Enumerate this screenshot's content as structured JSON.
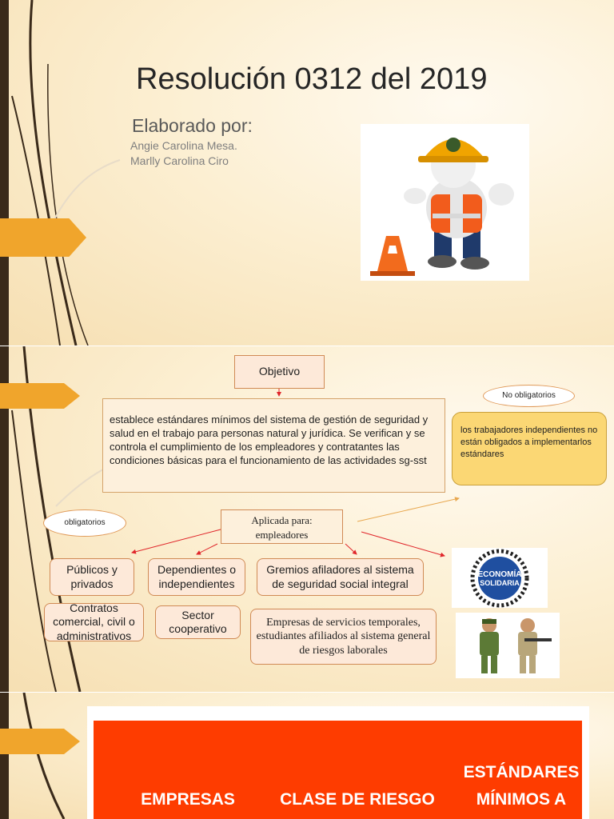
{
  "slide1": {
    "title": "Resolución 0312 del 2019",
    "elaborado": "Elaborado por:",
    "authors": [
      "Angie Carolina Mesa.",
      "Marlly Carolina Ciro"
    ]
  },
  "slide2": {
    "objetivo": "Objetivo",
    "description": "establece estándares mínimos del sistema de gestión de seguridad y salud en el trabajo para personas natural y jurídica. Se verifican y se controla el cumplimiento de los empleadores y contratantes  las condiciones básicas para el funcionamiento de las actividades sg-sst",
    "no_obligatorios": "No obligatorios",
    "independientes": "los trabajadores independientes no están obligados a implementarlos estándares",
    "obligatorios": "obligatorios",
    "aplicada_line1": "Aplicada para:",
    "aplicada_line2": "empleadores",
    "publicos": "Públicos y privados",
    "dependientes": "Dependientes o independientes",
    "gremios": "Gremios afiladores al sistema de seguridad social integral",
    "contratos": "Contratos comercial, civil o administrativos",
    "sector": "Sector cooperativo",
    "empresas_temporales": "Empresas de servicios temporales, estudiantes afiliados al sistema general de riesgos laborales",
    "logo_text": [
      "ECONOMÍA",
      "SOLIDARIA"
    ]
  },
  "slide3": {
    "headers": [
      "EMPRESAS",
      "CLASE DE RIESGO",
      "ESTÁNDARES MÍNIMOS A CUMPLIR"
    ]
  },
  "colors": {
    "accent_flag": "#f0a52c",
    "table_red": "#fe3c00",
    "arrow_red": "#e0262b",
    "note_yellow": "#fbd774"
  }
}
